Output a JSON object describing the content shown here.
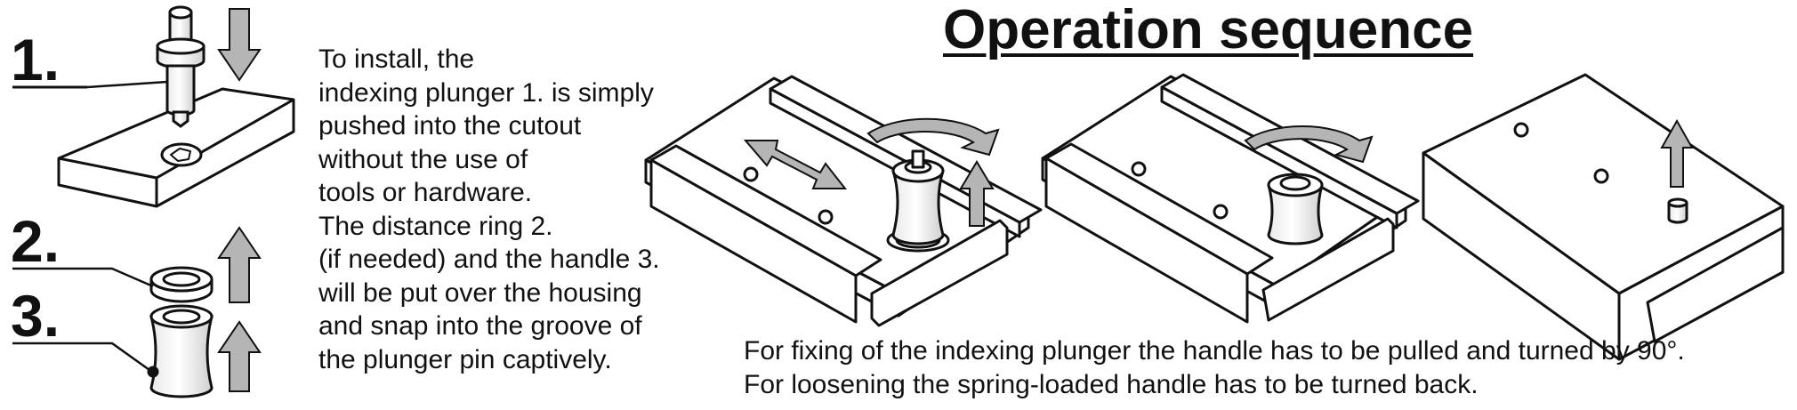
{
  "steps": [
    "1.",
    "2.",
    "3."
  ],
  "title": "Operation sequence",
  "install_text": [
    "To install, the",
    "indexing plunger 1. is simply",
    "pushed into the cutout",
    "without the use of",
    "tools or hardware.",
    "The distance ring 2.",
    "(if needed) and the handle 3.",
    "will be put over the housing",
    "and snap into the groove of",
    "the plunger pin captively."
  ],
  "caption": [
    "For fixing of the indexing plunger the handle has to be pulled and turned by 90°.",
    "For loosening the spring-loaded handle has to be turned back."
  ],
  "colors": {
    "line": "#111111",
    "arrow_fill": "#b5b5b5",
    "background": "#ffffff"
  }
}
